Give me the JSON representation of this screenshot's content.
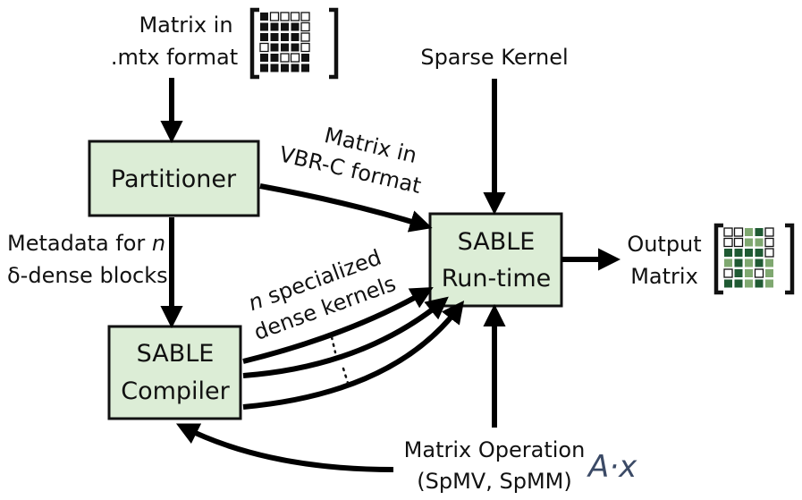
{
  "inputs": {
    "matrix_line1": "Matrix in",
    "matrix_line2": ".mtx format",
    "sparse_kernel": "Sparse Kernel",
    "operation_line1": "Matrix Operation",
    "operation_line2": "(SpMV, SpMM)",
    "operation_math": "A·x"
  },
  "boxes": {
    "partitioner": "Partitioner",
    "compiler_line1": "SABLE",
    "compiler_line2": "Compiler",
    "runtime_line1": "SABLE",
    "runtime_line2": "Run-time"
  },
  "edges": {
    "vbr_line1": "Matrix in",
    "vbr_line2": "VBR-C format",
    "metadata_line1_prefix": "Metadata for ",
    "metadata_line1_var": "n",
    "metadata_line2": "δ-dense blocks",
    "kernels_line1_var": "n",
    "kernels_line1_rest": " specialized",
    "kernels_line2": "dense kernels"
  },
  "output": {
    "line1": "Output",
    "line2": "Matrix"
  },
  "colors": {
    "box_fill": "#dcedd6",
    "output_dark": "#1f5a33",
    "output_light": "#7fa870",
    "math_color": "#3b4a66"
  },
  "icons": {
    "input_matrix": "sparse-matrix-icon",
    "output_matrix": "output-matrix-icon"
  }
}
